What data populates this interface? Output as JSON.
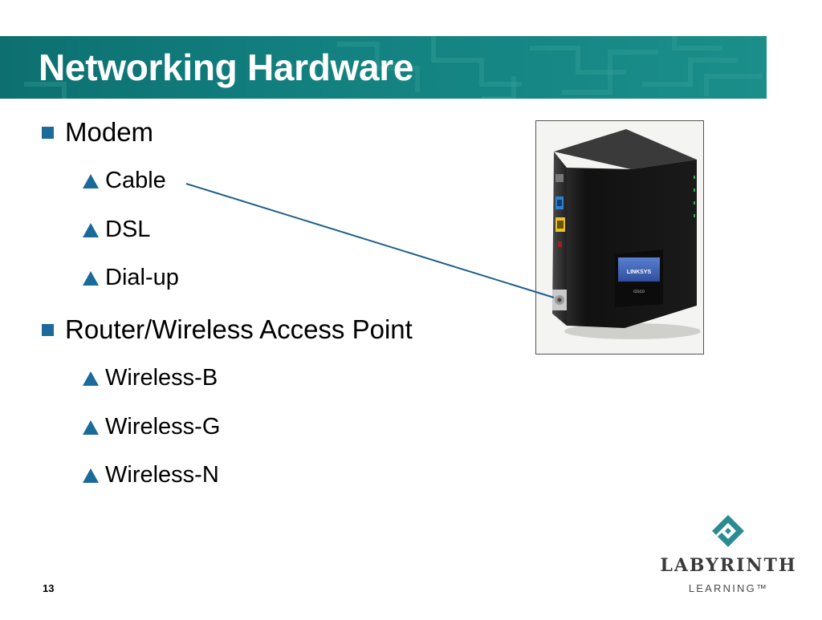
{
  "slide": {
    "title": "Networking Hardware",
    "page_number": "13"
  },
  "content": {
    "items": [
      {
        "level": 1,
        "text": "Modem"
      },
      {
        "level": 2,
        "text": "Cable"
      },
      {
        "level": 2,
        "text": "DSL"
      },
      {
        "level": 2,
        "text": "Dial-up"
      },
      {
        "level": 1,
        "text": "Router/Wireless Access Point"
      },
      {
        "level": 2,
        "text": "Wireless-B"
      },
      {
        "level": 2,
        "text": "Wireless-G"
      },
      {
        "level": 2,
        "text": "Wireless-N"
      }
    ]
  },
  "image": {
    "subject": "Linksys by Cisco cable modem",
    "device_brand_text": "LINKSYS",
    "device_sub_text": "cisco"
  },
  "logo": {
    "name": "LABYRINTH",
    "sub": "LEARNING™"
  },
  "colors": {
    "title_bar": "#12807f",
    "bullet_accent": "#1a6a9a",
    "connector_line": "#1d5f8a",
    "logo_mark": "#2a8c92"
  }
}
